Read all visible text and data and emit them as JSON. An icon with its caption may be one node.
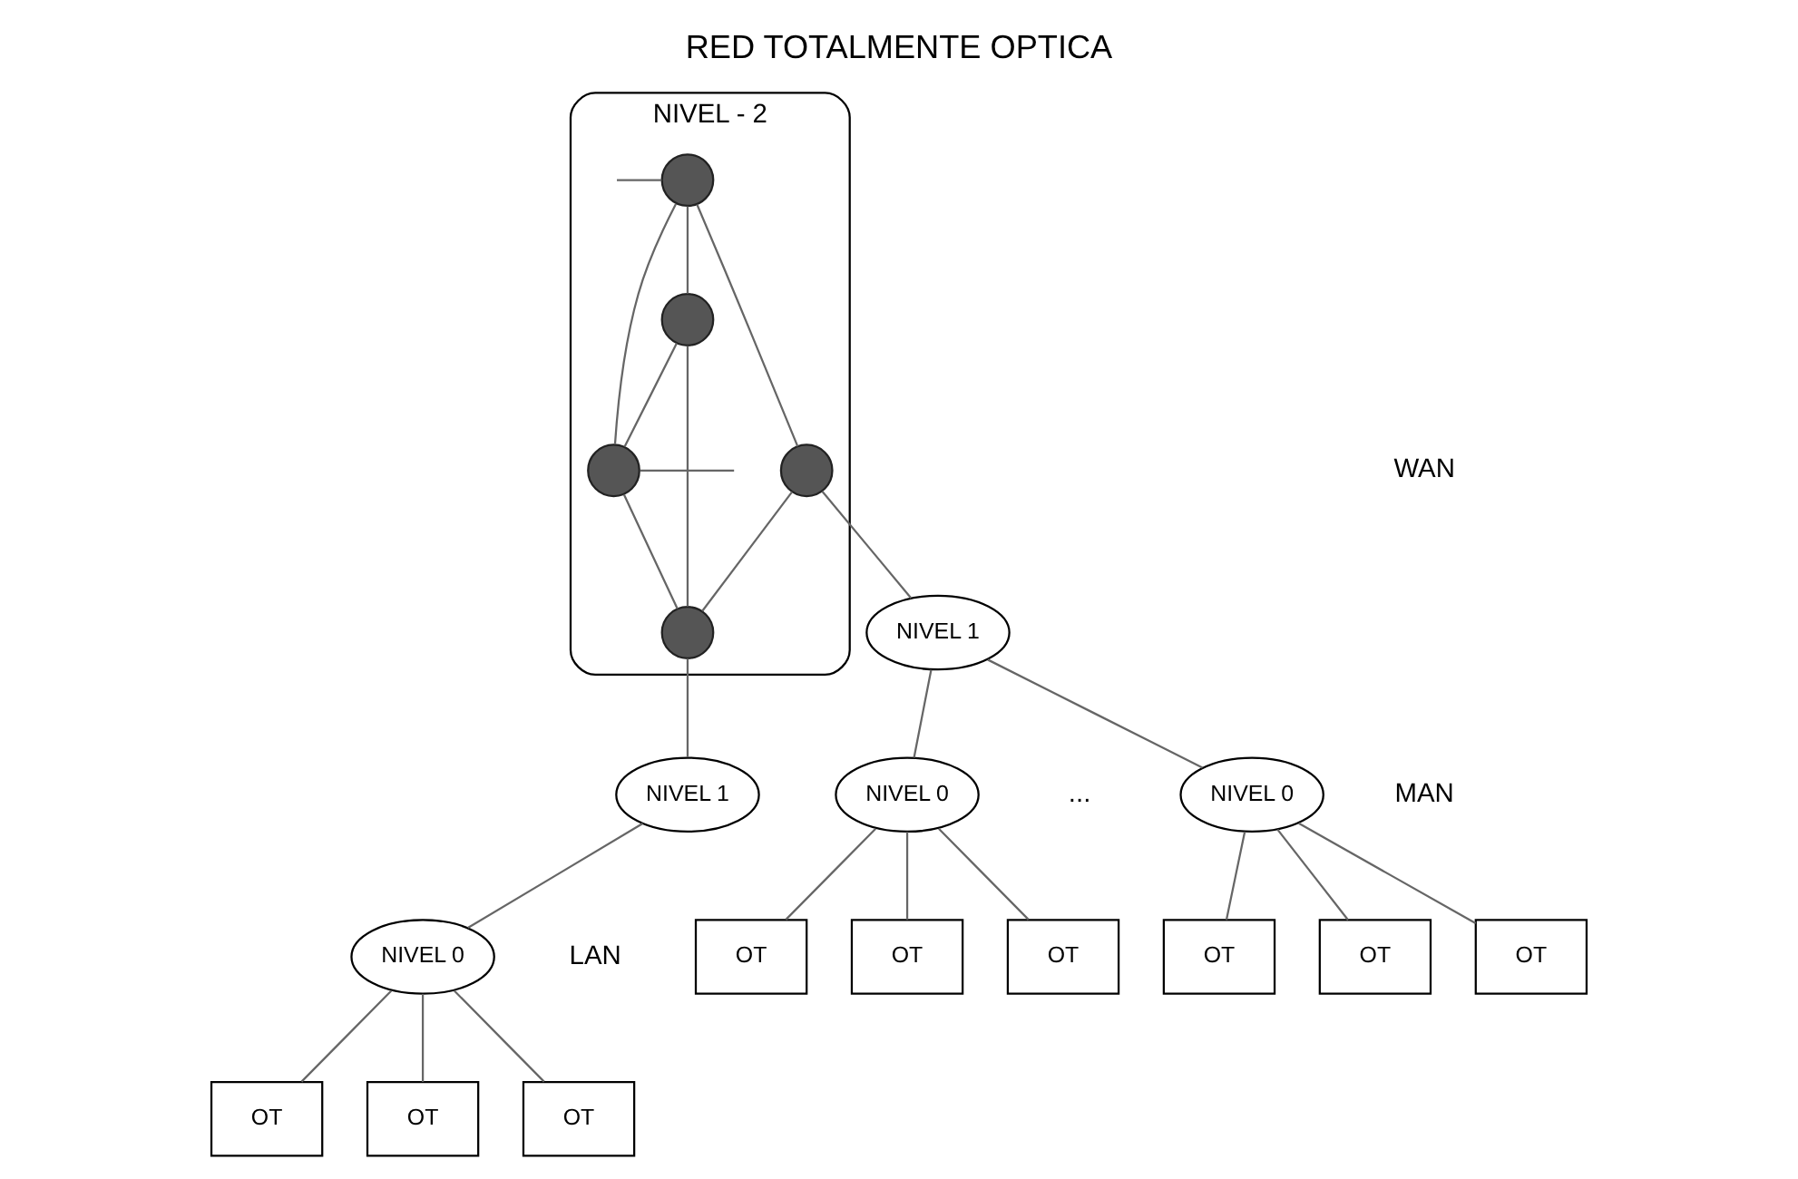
{
  "diagram": {
    "title": "RED TOTALMENTE OPTICA",
    "nodes": [
      {
        "text": [
          "NIVEL - 2"
        ]
      },
      {
        "text": [],
        "shape": "circle",
        "in": 0
      },
      {
        "text": [],
        "shape": "circle",
        "in": 0
      },
      {
        "text": [],
        "shape": "circle",
        "in": 0
      },
      {
        "text": [],
        "shape": "circle",
        "in": 0
      },
      {
        "text": [],
        "shape": "circle",
        "in": 0
      },
      {
        "text": [
          "NIVEL 1"
        ]
      },
      {
        "text": [
          "NIVEL 1"
        ]
      },
      {
        "text": [
          "NIVEL 0"
        ]
      },
      {
        "text": [
          "NIVEL 0"
        ]
      },
      {
        "text": [
          "NIVEL 0"
        ]
      },
      {
        "text": [
          "OT"
        ]
      },
      {
        "text": [
          "OT"
        ]
      },
      {
        "text": [
          "OT"
        ]
      },
      {
        "text": [
          "OT"
        ]
      },
      {
        "text": [
          "OT"
        ]
      },
      {
        "text": [
          "OT"
        ]
      },
      {
        "text": [
          "OT"
        ]
      },
      {
        "text": [
          "OT"
        ]
      },
      {
        "text": [
          "OT"
        ]
      }
    ],
    "edges": [
      {
        "from": 2,
        "to": 1,
        "arrow": "none"
      },
      {
        "from": 2,
        "to": 3,
        "arrow": "none"
      },
      {
        "from": 2,
        "to": 5,
        "arrow": "none"
      },
      {
        "from": 3,
        "to": 5,
        "arrow": "none"
      },
      {
        "from": 3,
        "to": 4,
        "arrow": "none"
      },
      {
        "from": 1,
        "to": 4,
        "arrow": "none"
      },
      {
        "from": 5,
        "to": 4,
        "arrow": "none"
      },
      {
        "from": null,
        "to": 2,
        "arrow": "none"
      },
      {
        "from": 5,
        "to": null,
        "arrow": "none"
      },
      {
        "from": 1,
        "to": 6,
        "arrow": "none"
      },
      {
        "from": 4,
        "to": 7,
        "arrow": "none"
      },
      {
        "from": 6,
        "to": 8,
        "arrow": "none"
      },
      {
        "from": 6,
        "to": 9,
        "arrow": "none"
      },
      {
        "from": 7,
        "to": 10,
        "arrow": "none"
      },
      {
        "from": 8,
        "to": 11,
        "arrow": "none"
      },
      {
        "from": 8,
        "to": 12,
        "arrow": "none"
      },
      {
        "from": 8,
        "to": 13,
        "arrow": "none"
      },
      {
        "from": 9,
        "to": 14,
        "arrow": "none"
      },
      {
        "from": 9,
        "to": 15,
        "arrow": "none"
      },
      {
        "from": 9,
        "to": 16,
        "arrow": "none"
      },
      {
        "from": 10,
        "to": 17,
        "arrow": "none"
      },
      {
        "from": 10,
        "to": 18,
        "arrow": "none"
      },
      {
        "from": 10,
        "to": 19,
        "arrow": "none"
      }
    ],
    "labels": [
      "...",
      "WAN",
      "MAN",
      "LAN"
    ]
  }
}
